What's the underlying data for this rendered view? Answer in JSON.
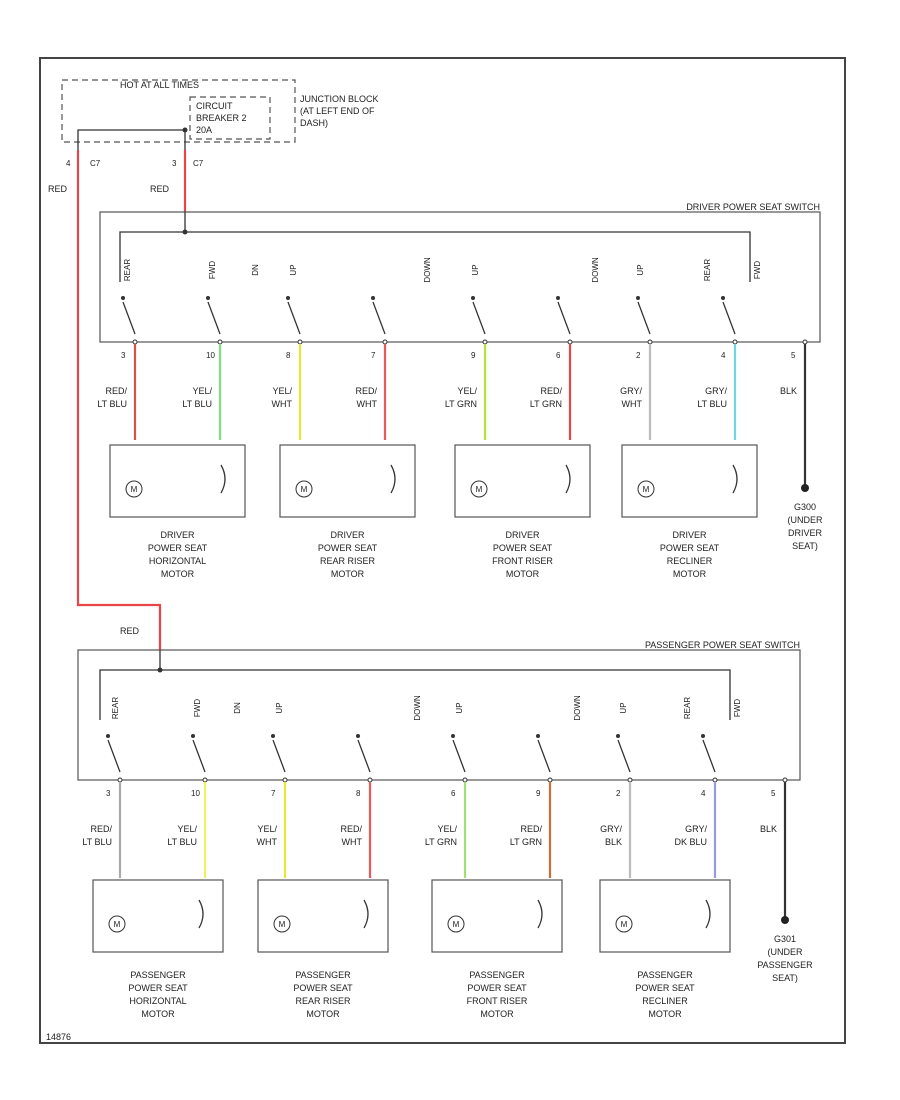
{
  "fuse_block": {
    "hot_label": "HOT AT ALL TIMES",
    "breaker_label": [
      "CIRCUIT",
      "BREAKER 2",
      "20A"
    ],
    "junction_label": [
      "JUNCTION BLOCK",
      "(AT LEFT END OF",
      "DASH)"
    ],
    "pin_left": "4",
    "conn_left": "C7",
    "pin_right": "3",
    "conn_right": "C7"
  },
  "feed_wires": {
    "left": "RED",
    "right": "RED",
    "passenger": "RED"
  },
  "driver_switch": {
    "title": "DRIVER POWER SEAT SWITCH",
    "switch_labels": [
      "REAR",
      "FWD",
      "DN",
      "UP",
      "DOWN",
      "UP",
      "DOWN",
      "UP",
      "REAR",
      "FWD"
    ],
    "pins": [
      "3",
      "10",
      "8",
      "7",
      "9",
      "6",
      "2",
      "4",
      "5"
    ],
    "wires": [
      {
        "label": [
          "RED/",
          "LT BLU"
        ],
        "color": "#d9504a"
      },
      {
        "label": [
          "YEL/",
          "LT BLU"
        ],
        "color": "#7fe07f"
      },
      {
        "label": [
          "YEL/",
          "WHT"
        ],
        "color": "#e6e63a"
      },
      {
        "label": [
          "RED/",
          "WHT"
        ],
        "color": "#e85a5a"
      },
      {
        "label": [
          "YEL/",
          "LT GRN"
        ],
        "color": "#b5e335"
      },
      {
        "label": [
          "RED/",
          "LT GRN"
        ],
        "color": "#e84646"
      },
      {
        "label": [
          "GRY/",
          "WHT"
        ],
        "color": "#bbbbbb"
      },
      {
        "label": [
          "GRY/",
          "LT BLU"
        ],
        "color": "#6fd6e0"
      },
      {
        "label": [
          "BLK"
        ],
        "color": "#333333"
      }
    ],
    "motors": [
      [
        "DRIVER",
        "POWER SEAT",
        "HORIZONTAL",
        "MOTOR"
      ],
      [
        "DRIVER",
        "POWER SEAT",
        "REAR RISER",
        "MOTOR"
      ],
      [
        "DRIVER",
        "POWER SEAT",
        "FRONT RISER",
        "MOTOR"
      ],
      [
        "DRIVER",
        "POWER SEAT",
        "RECLINER",
        "MOTOR"
      ]
    ],
    "ground": [
      "G300",
      "(UNDER",
      "DRIVER",
      "SEAT)"
    ]
  },
  "passenger_switch": {
    "title": "PASSENGER POWER SEAT SWITCH",
    "switch_labels": [
      "REAR",
      "FWD",
      "DN",
      "UP",
      "DOWN",
      "UP",
      "DOWN",
      "UP",
      "REAR",
      "FWD"
    ],
    "pins": [
      "3",
      "10",
      "7",
      "8",
      "6",
      "9",
      "2",
      "4",
      "5"
    ],
    "wires": [
      {
        "label": [
          "RED/",
          "LT BLU"
        ],
        "color": "#aaaaaa"
      },
      {
        "label": [
          "YEL/",
          "LT BLU"
        ],
        "color": "#f0f060"
      },
      {
        "label": [
          "YEL/",
          "WHT"
        ],
        "color": "#e6e63a"
      },
      {
        "label": [
          "RED/",
          "WHT"
        ],
        "color": "#e85a5a"
      },
      {
        "label": [
          "YEL/",
          "LT GRN"
        ],
        "color": "#9fe070"
      },
      {
        "label": [
          "RED/",
          "LT GRN"
        ],
        "color": "#c8703a"
      },
      {
        "label": [
          "GRY/",
          "BLK"
        ],
        "color": "#bbbbbb"
      },
      {
        "label": [
          "GRY/",
          "DK BLU"
        ],
        "color": "#9a9ae0"
      },
      {
        "label": [
          "BLK"
        ],
        "color": "#333333"
      }
    ],
    "motors": [
      [
        "PASSENGER",
        "POWER SEAT",
        "HORIZONTAL",
        "MOTOR"
      ],
      [
        "PASSENGER",
        "POWER SEAT",
        "REAR RISER",
        "MOTOR"
      ],
      [
        "PASSENGER",
        "POWER SEAT",
        "FRONT RISER",
        "MOTOR"
      ],
      [
        "PASSENGER",
        "POWER SEAT",
        "RECLINER",
        "MOTOR"
      ]
    ],
    "ground": [
      "G301",
      "(UNDER",
      "PASSENGER",
      "SEAT)"
    ]
  },
  "footer_code": "14876"
}
